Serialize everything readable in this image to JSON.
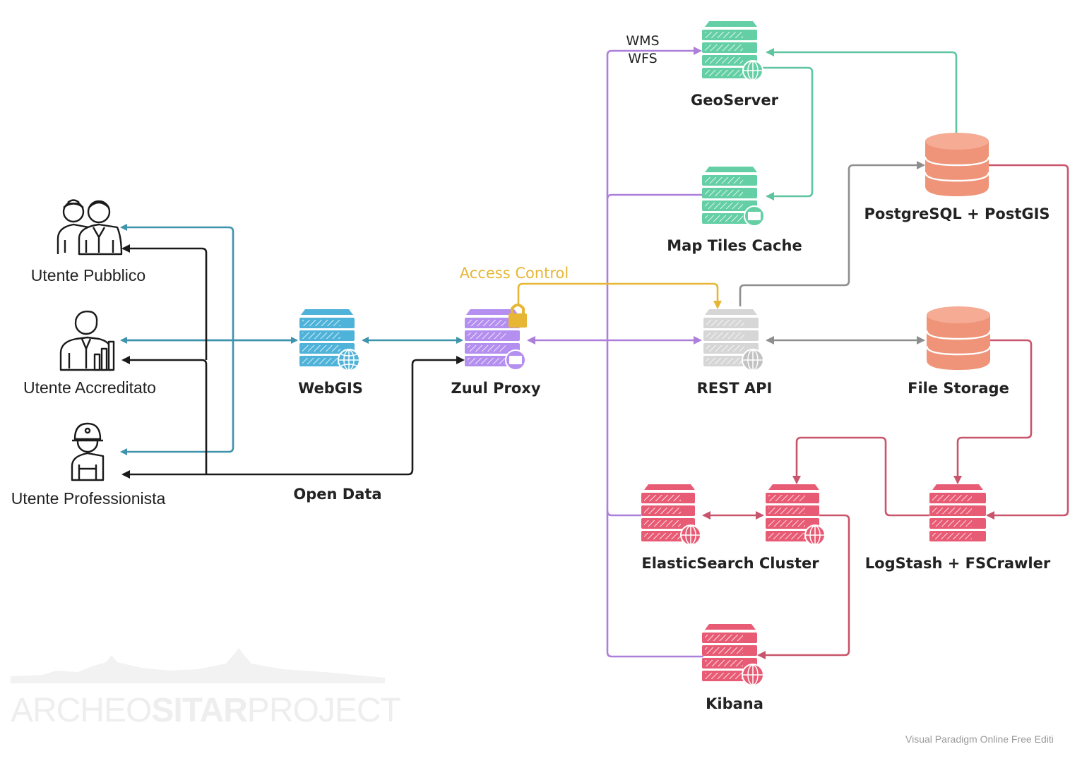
{
  "colors": {
    "teal": "#3e93ad",
    "black": "#1a1a1a",
    "purple": "#ac7fda",
    "green": "#5fc4a0",
    "gray": "#8e8e8e",
    "red": "#c9556c",
    "yellow": "#e6b634"
  },
  "users": {
    "public": {
      "label": "Utente Pubblico",
      "icon": "user-couple-icon"
    },
    "accredited": {
      "label": "Utente Accreditato",
      "icon": "user-chart-icon"
    },
    "professional": {
      "label": "Utente Professionista",
      "icon": "user-helmet-icon"
    }
  },
  "nodes": {
    "webgis": {
      "label": "WebGIS",
      "color": "#4fb3d9",
      "icon": "server-globe-icon"
    },
    "zuul": {
      "label": "Zuul Proxy",
      "color": "#b48ff0",
      "icon": "server-lock-icon"
    },
    "rest": {
      "label": "REST API",
      "color": "#d6d6d6",
      "icon": "server-globe-icon"
    },
    "geoserver": {
      "label": "GeoServer",
      "color": "#64cfa5",
      "icon": "server-globe-icon"
    },
    "tiles": {
      "label": "Map Tiles Cache",
      "color": "#64cfa5",
      "icon": "server-monitor-icon"
    },
    "postgres": {
      "label": "PostgreSQL + PostGIS",
      "color": "#ef9478",
      "icon": "database-icon"
    },
    "files": {
      "label": "File Storage",
      "color": "#ef9478",
      "icon": "database-icon"
    },
    "es": {
      "label": "ElasticSearch Cluster",
      "color": "#e85b74",
      "icon": "server-cluster-icon"
    },
    "logstash": {
      "label": "LogStash + FSCrawler",
      "color": "#e85b74",
      "icon": "server-icon"
    },
    "kibana": {
      "label": "Kibana",
      "color": "#e85b74",
      "icon": "server-globe-icon"
    }
  },
  "edge_labels": {
    "access_control": "Access Control",
    "open_data": "Open Data",
    "wms": "WMS",
    "wfs": "WFS"
  },
  "watermark": {
    "part1": "ARCHEO",
    "part2": "SITAR",
    "part3": "PROJECT"
  },
  "credit": "Visual Paradigm Online Free Editi"
}
